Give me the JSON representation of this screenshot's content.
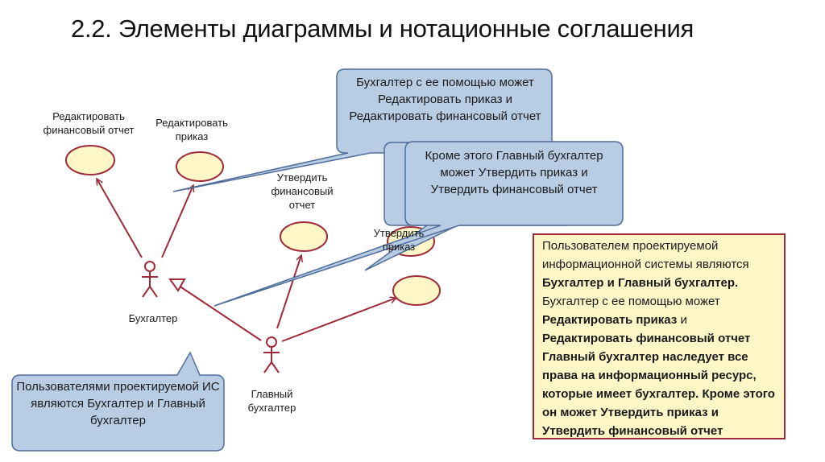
{
  "slide": {
    "title": "2.2. Элементы диаграммы и нотационные соглашения"
  },
  "use_cases": {
    "edit_report": "Редактировать финансовый отчет",
    "edit_order": "Редактировать приказ",
    "approve_report": "Утвердить финансовый отчет",
    "approve_order_hidden": "Утвердить приказ"
  },
  "actors": {
    "accountant": "Бухгалтер",
    "chief_accountant": "Главный бухгалтер"
  },
  "callouts": {
    "top": "Бухгалтер с ее помощью может Редактировать приказ и Редактировать финансовый отчет",
    "middle": "Кроме этого Главный бухгалтер может Утвердить приказ и Утвердить финансовый отчет",
    "bottom": "Пользователями проектируемой ИС являются Бухгалтер и Главный бухгалтер"
  },
  "note": {
    "line1": "Пользователем проектируемой информационной системы являются",
    "line2_bold": "Бухгалтер и Главный бухгалтер.",
    "line3": "Бухгалтер с ее помощью может",
    "line4_bold": "Редактировать приказ",
    "line4_rest": " и",
    "line5_bold": "Редактировать финансовый отчет Главный бухгалтер наследует все права на информационный ресурс, которые имеет бухгалтер. Кроме этого он может Утвердить приказ и Утвердить финансовый отчет"
  },
  "colors": {
    "ellipse_fill": "#fdf6c7",
    "ellipse_stroke": "#9e2a3a",
    "callout_fill": "#b8cce4",
    "callout_stroke": "#4f6d99",
    "arrow": "#9e2a3a"
  }
}
